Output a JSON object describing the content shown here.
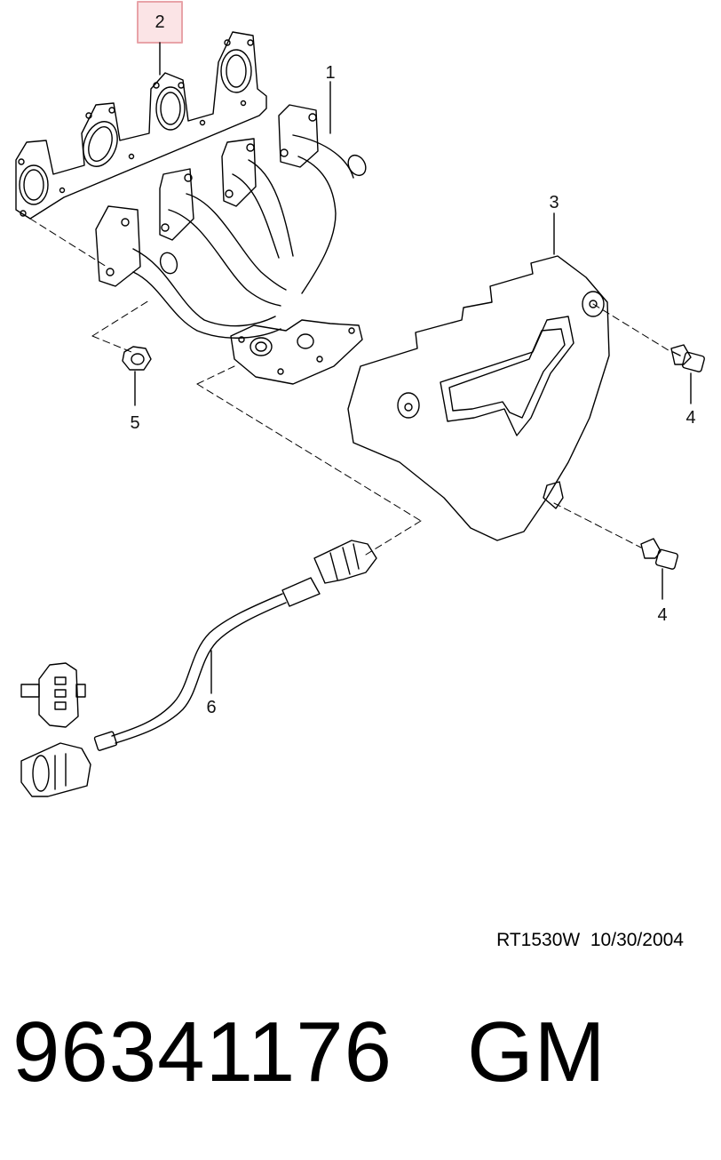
{
  "diagram": {
    "callouts": {
      "c1": "1",
      "c2": "2",
      "c3": "3",
      "c4a": "4",
      "c4b": "4",
      "c5": "5",
      "c6": "6"
    },
    "highlighted_callout": "2",
    "highlight_color": "#e8a3a8",
    "reference": "RT1530W  10/30/2004"
  },
  "part": {
    "number": "96341176",
    "brand": "GM"
  }
}
